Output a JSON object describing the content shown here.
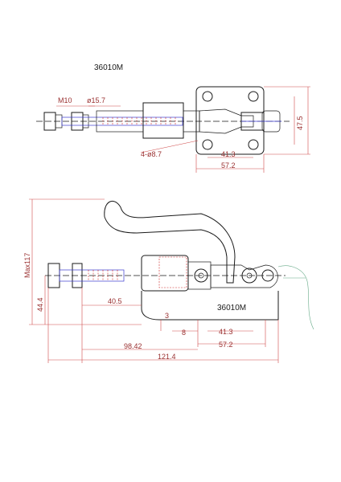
{
  "title_top": "36010M",
  "part_label": "36010M",
  "colors": {
    "outline": "#1a1a1a",
    "dimension": "#d04a4a",
    "thread": "#3a3ad0",
    "accent": "#66aa88"
  },
  "top_view": {
    "thread_label": "M10",
    "diameter_label": "ø15.7",
    "hole_label": "4-ø8.7",
    "dim_41_3": "41.3",
    "dim_57_2": "57.2",
    "dim_47_5": "47.5"
  },
  "side_view": {
    "height_label": "Max117",
    "dim_44_4": "44.4",
    "dim_40_5": "40.5",
    "dim_8": "8",
    "dim_3": "3",
    "dim_41_3": "41.3",
    "dim_57_2": "57.2",
    "dim_98_42": "98.42",
    "dim_121_4": "121.4"
  }
}
